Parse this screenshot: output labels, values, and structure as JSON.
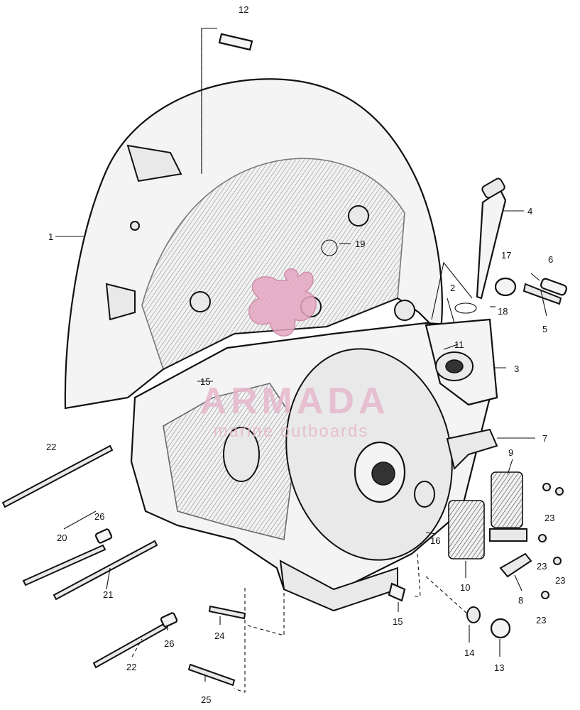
{
  "diagram": {
    "callouts": [
      {
        "id": "1",
        "label": "1"
      },
      {
        "id": "2",
        "label": "2"
      },
      {
        "id": "3",
        "label": "3"
      },
      {
        "id": "4",
        "label": "4"
      },
      {
        "id": "5",
        "label": "5"
      },
      {
        "id": "6",
        "label": "6"
      },
      {
        "id": "7",
        "label": "7"
      },
      {
        "id": "8",
        "label": "8"
      },
      {
        "id": "9",
        "label": "9"
      },
      {
        "id": "10",
        "label": "10"
      },
      {
        "id": "11",
        "label": "11"
      },
      {
        "id": "12",
        "label": "12"
      },
      {
        "id": "13",
        "label": "13"
      },
      {
        "id": "14",
        "label": "14"
      },
      {
        "id": "15a",
        "label": "15"
      },
      {
        "id": "15b",
        "label": "15"
      },
      {
        "id": "16",
        "label": "16"
      },
      {
        "id": "17",
        "label": "17"
      },
      {
        "id": "18",
        "label": "18"
      },
      {
        "id": "19",
        "label": "19"
      },
      {
        "id": "20",
        "label": "20"
      },
      {
        "id": "21",
        "label": "21"
      },
      {
        "id": "22a",
        "label": "22"
      },
      {
        "id": "22b",
        "label": "22"
      },
      {
        "id": "23a",
        "label": "23"
      },
      {
        "id": "23b",
        "label": "23"
      },
      {
        "id": "23c",
        "label": "23"
      },
      {
        "id": "23d",
        "label": "23"
      },
      {
        "id": "24",
        "label": "24"
      },
      {
        "id": "25",
        "label": "25"
      },
      {
        "id": "26a",
        "label": "26"
      },
      {
        "id": "26b",
        "label": "26"
      }
    ]
  },
  "watermark": {
    "brand": "ARMADA",
    "tagline": "marine outboards"
  },
  "colors": {
    "line": "#111111",
    "watermark": "#e6b8cc",
    "background": "#ffffff"
  }
}
